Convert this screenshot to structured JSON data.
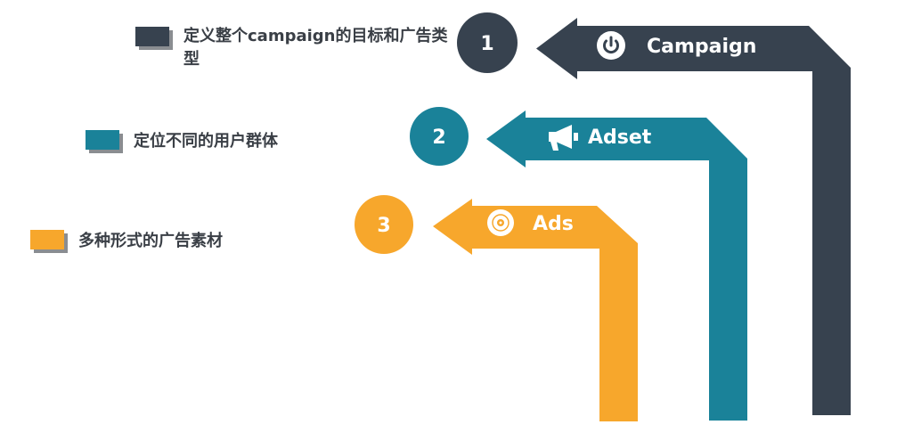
{
  "colors": {
    "campaign": "#37424f",
    "adset": "#1a8299",
    "ads": "#f7a72c",
    "text": "#3a3f46",
    "background": "#ffffff"
  },
  "legend": [
    {
      "text": "定义整个campaign的目标和广告类型",
      "color_key": "campaign"
    },
    {
      "text": "定位不同的用户群体",
      "color_key": "adset"
    },
    {
      "text": "多种形式的广告素材",
      "color_key": "ads"
    }
  ],
  "levels": [
    {
      "number": "1",
      "label": "Campaign",
      "icon": "power-icon",
      "color_key": "campaign"
    },
    {
      "number": "2",
      "label": "Adset",
      "icon": "megaphone-icon",
      "color_key": "adset"
    },
    {
      "number": "3",
      "label": "Ads",
      "icon": "disc-icon",
      "color_key": "ads"
    }
  ]
}
